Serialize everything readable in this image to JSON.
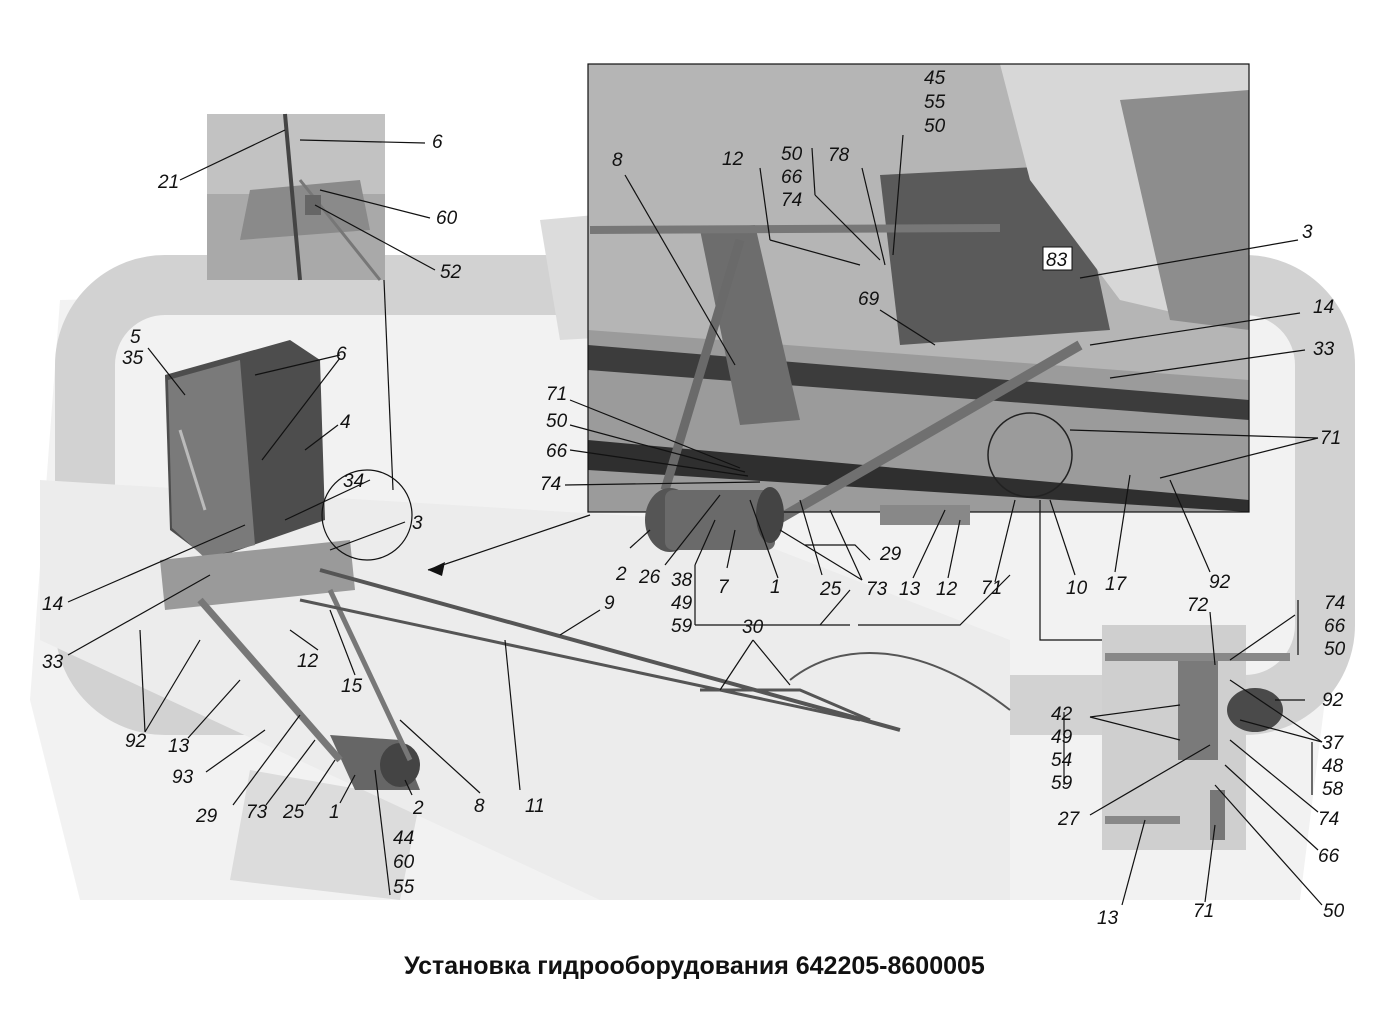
{
  "title": "Установка гидрооборудования 642205-8600005",
  "colors": {
    "line": "#111111",
    "part_gray": "#8c8c8c",
    "part_dark": "#3c3c3c",
    "photo_bg": "#bdbdbd",
    "watermark": "#d6d6d6"
  },
  "callouts": {
    "detail_top": [
      "21",
      "6",
      "60",
      "52"
    ],
    "tank": [
      "5",
      "35",
      "6",
      "4",
      "34",
      "3",
      "14",
      "33"
    ],
    "lower_left": [
      "92",
      "13",
      "93",
      "29",
      "73",
      "25",
      "1",
      "2",
      "8",
      "44",
      "60",
      "55",
      "12",
      "15",
      "11",
      "9",
      "30"
    ],
    "main_photo": [
      "45",
      "55",
      "50",
      "50",
      "66",
      "74",
      "78",
      "12",
      "8",
      "3",
      "83",
      "69",
      "14",
      "33",
      "71",
      "71",
      "50",
      "66",
      "74",
      "2",
      "26",
      "38",
      "49",
      "59",
      "7",
      "1",
      "25",
      "73",
      "29",
      "13",
      "12",
      "71",
      "10",
      "17",
      "92"
    ],
    "detail_right": [
      "72",
      "74",
      "66",
      "50",
      "92",
      "42",
      "49",
      "54",
      "59",
      "37",
      "48",
      "58",
      "27",
      "74",
      "66",
      "13",
      "71",
      "50"
    ]
  }
}
